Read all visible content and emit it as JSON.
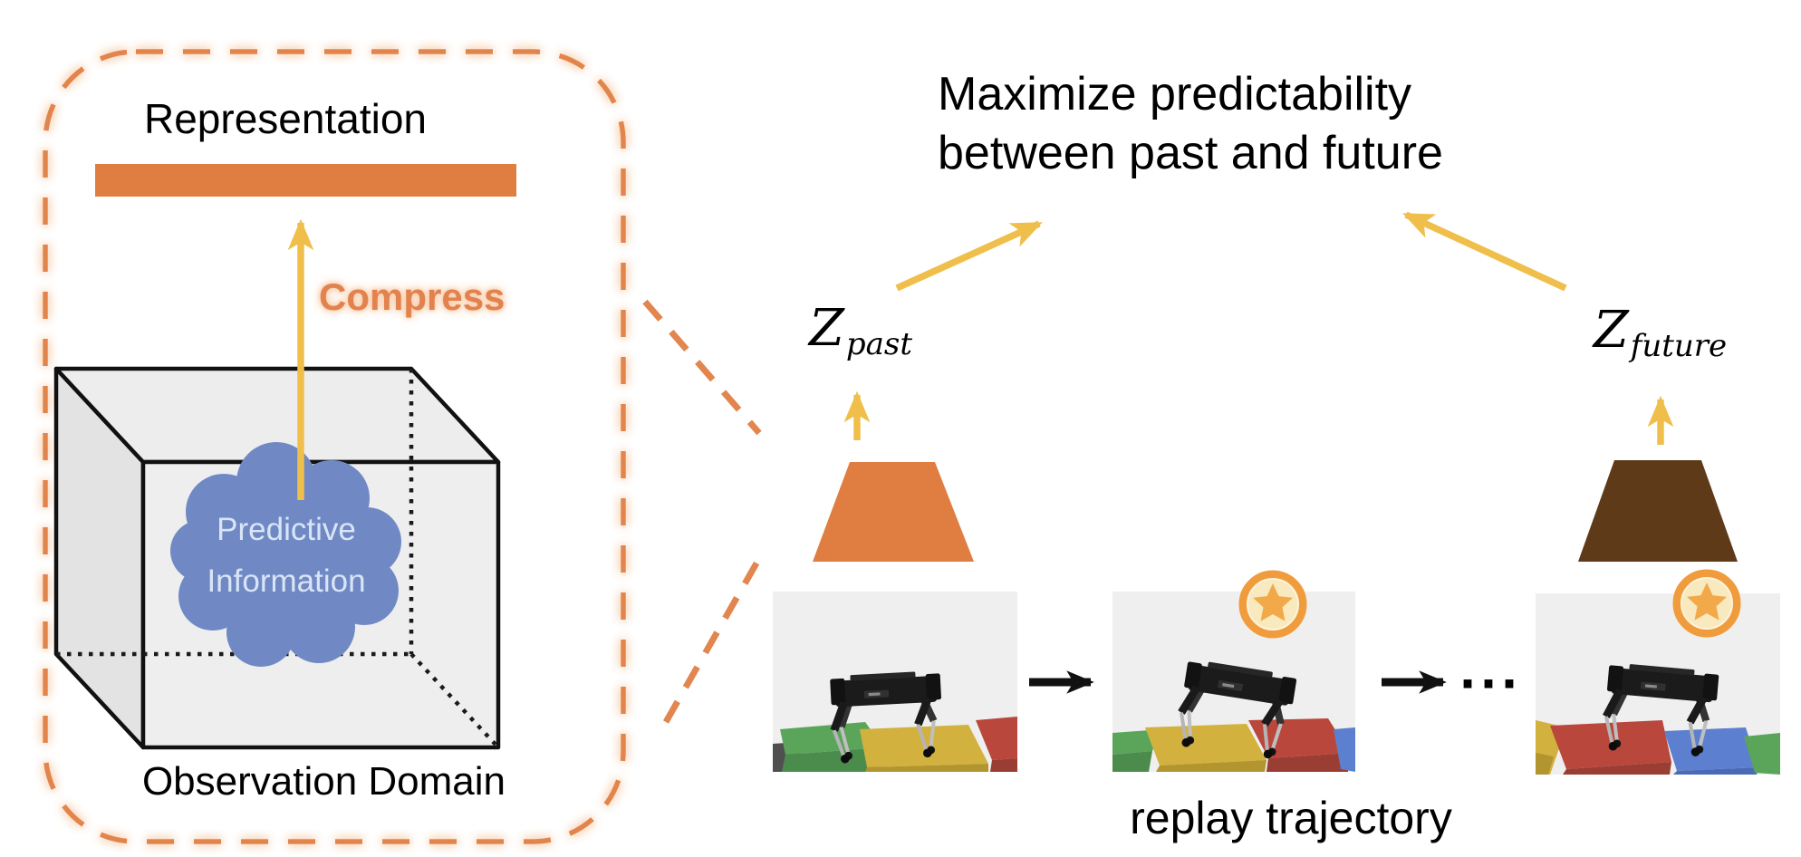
{
  "left_panel": {
    "representation_label": "Representation",
    "compress_label": "Compress",
    "cloud": {
      "line1": "Predictive",
      "line2": "Information"
    },
    "observation_label": "Observation Domain"
  },
  "right_panel": {
    "heading": {
      "line1": "Maximize predictability",
      "line2": "between past and future"
    },
    "z_past": {
      "symbol": "Z",
      "subscript": "past"
    },
    "z_future": {
      "symbol": "Z",
      "subscript": "future"
    },
    "trajectory_ellipsis": "···",
    "replay_label": "replay trajectory"
  },
  "colors": {
    "accent_orange": "#e07e42",
    "compress_orange": "#e2824e",
    "dashed_orange": "#e2854e",
    "cloud_blue": "#7089c5",
    "cloud_text": "#d9e5f6",
    "arrow_yellow": "#f0bf4b",
    "encoder_future": "#5e3a18",
    "star_ring": "#f09c3c",
    "star_fill": "#f9e9be",
    "star_glyph": "#f2a949",
    "frame_bg": "#efefef",
    "block_green": "#5ba55b",
    "block_yellow": "#d2b13f",
    "block_red": "#b9473c",
    "block_blue": "#5c80cf"
  }
}
